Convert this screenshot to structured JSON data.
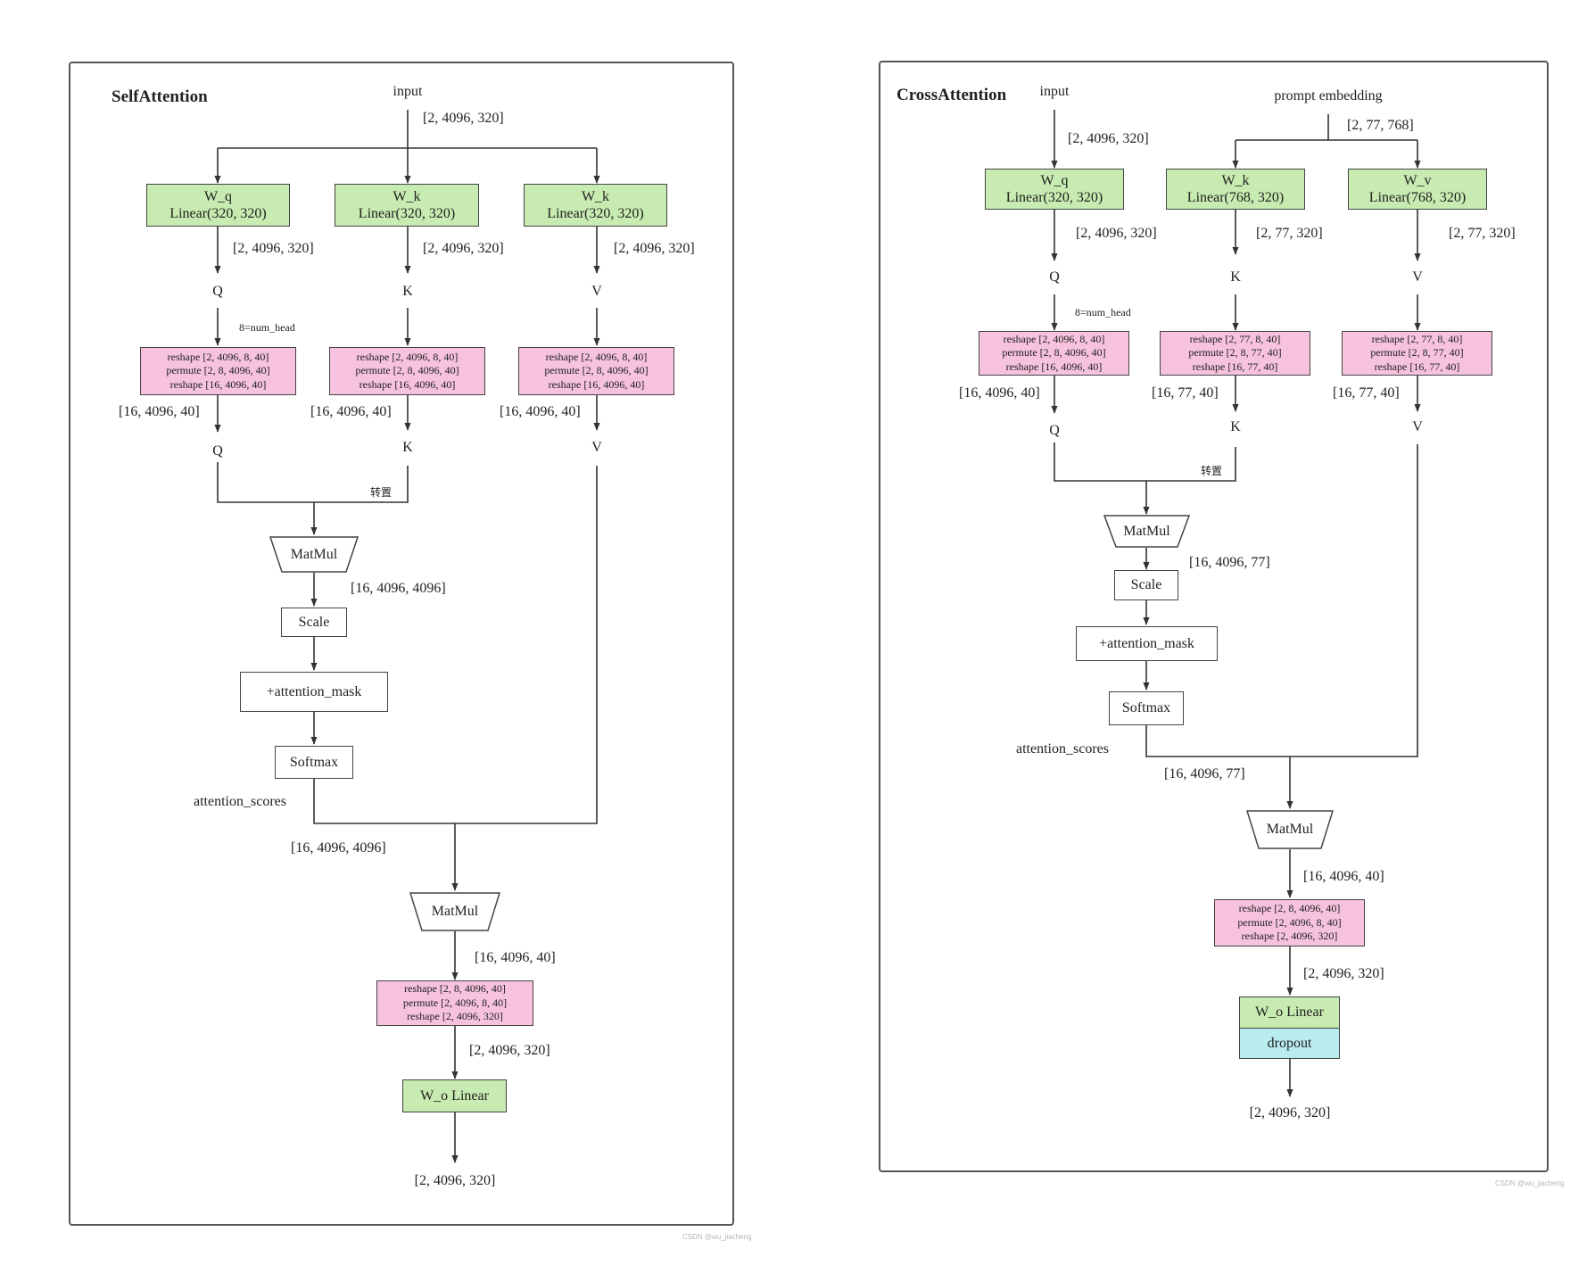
{
  "self": {
    "title": "SelfAttention",
    "input": "input",
    "input_shape": "[2, 4096, 320]",
    "wq": {
      "name": "W_q",
      "layer": "Linear(320, 320)"
    },
    "wk": {
      "name": "W_k",
      "layer": "Linear(320, 320)"
    },
    "wv": {
      "name": "W_k",
      "layer": "Linear(320, 320)"
    },
    "shape_after_linear": "[2, 4096, 320]",
    "q": "Q",
    "k": "K",
    "v": "V",
    "num_head_note": "8=num_head",
    "reshape_lines": [
      "reshape [2, 4096, 8, 40]",
      "permute [2, 8, 4096, 40]",
      "reshape [16, 4096, 40]"
    ],
    "shape_after_reshape": "[16, 4096, 40]",
    "transpose": "转置",
    "matmul": "MatMul",
    "scores_shape": "[16, 4096, 4096]",
    "scale": "Scale",
    "mask": "+attention_mask",
    "softmax": "Softmax",
    "attention_scores": "attention_scores",
    "scores_shape2": "[16, 4096, 4096]",
    "matmul2": "MatMul",
    "out_shape1": "[16, 4096, 40]",
    "out_reshape_lines": [
      "reshape [2, 8, 4096, 40]",
      "permute [2, 4096, 8, 40]",
      "reshape [2, 4096, 320]"
    ],
    "out_shape2": "[2, 4096, 320]",
    "wo": "W_o Linear",
    "output_shape": "[2, 4096, 320]",
    "watermark": "CSDN @wu_jiacheng"
  },
  "cross": {
    "title": "CrossAttention",
    "input": "input",
    "input_shape": "[2, 4096, 320]",
    "prompt": "prompt embedding",
    "prompt_shape": "[2, 77, 768]",
    "wq": {
      "name": "W_q",
      "layer": "Linear(320, 320)"
    },
    "wk": {
      "name": "W_k",
      "layer": "Linear(768, 320)"
    },
    "wv": {
      "name": "W_v",
      "layer": "Linear(768, 320)"
    },
    "q_shape": "[2, 4096, 320]",
    "k_shape": "[2, 77, 320]",
    "v_shape": "[2, 77, 320]",
    "q": "Q",
    "k": "K",
    "v": "V",
    "num_head_note": "8=num_head",
    "q_reshape_lines": [
      "reshape [2, 4096, 8, 40]",
      "permute [2, 8, 4096, 40]",
      "reshape [16, 4096, 40]"
    ],
    "k_reshape_lines": [
      "reshape [2, 77, 8, 40]",
      "permute [2, 8, 77, 40]",
      "reshape [16, 77, 40]"
    ],
    "v_reshape_lines": [
      "reshape [2, 77, 8, 40]",
      "permute [2, 8, 77, 40]",
      "reshape [16, 77, 40]"
    ],
    "q_shape2": "[16, 4096, 40]",
    "k_shape2": "[16, 77, 40]",
    "v_shape2": "[16, 77, 40]",
    "transpose": "转置",
    "matmul": "MatMul",
    "scores_shape": "[16, 4096, 77]",
    "scale": "Scale",
    "mask": "+attention_mask",
    "softmax": "Softmax",
    "attention_scores": "attention_scores",
    "scores_shape2": "[16, 4096, 77]",
    "matmul2": "MatMul",
    "out_shape1": "[16, 4096, 40]",
    "out_reshape_lines": [
      "reshape [2, 8, 4096, 40]",
      "permute [2, 4096, 8, 40]",
      "reshape [2, 4096, 320]"
    ],
    "out_shape2": "[2, 4096, 320]",
    "wo": "W_o Linear",
    "dropout": "dropout",
    "output_shape": "[2, 4096, 320]",
    "watermark": "CSDN @wu_jiacheng"
  }
}
